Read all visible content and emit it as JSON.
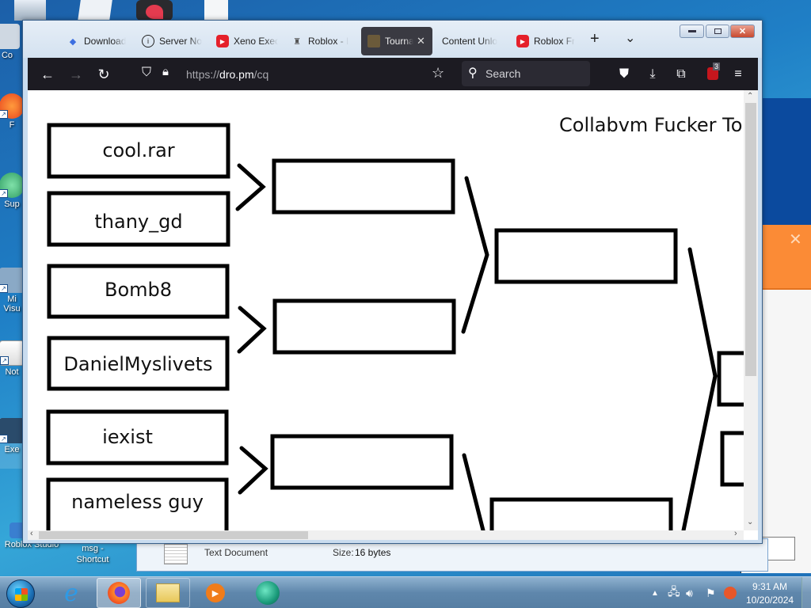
{
  "desktop": {
    "icons": [
      {
        "label": "Co",
        "name": "computer"
      },
      {
        "label": "F",
        "name": "firefox-shortcut"
      },
      {
        "label": "Sup",
        "name": "sup-shortcut"
      },
      {
        "label": "Mi\nVisu",
        "name": "visual-studio-shortcut"
      },
      {
        "label": "Not",
        "name": "notepad-shortcut"
      },
      {
        "label": "Exe",
        "name": "executor-shortcut"
      },
      {
        "label": "Roblox Studio",
        "name": "roblox-studio-shortcut"
      },
      {
        "label": "msg -\nShortcut",
        "name": "msg-shortcut"
      }
    ]
  },
  "browser": {
    "tabs": [
      {
        "label": "Download",
        "icon": "download-site-icon",
        "active": false
      },
      {
        "label": "Server No",
        "icon": "info-icon",
        "active": false
      },
      {
        "label": "Xeno Exec",
        "icon": "youtube-icon",
        "active": false
      },
      {
        "label": "Roblox - I",
        "icon": "roblox-icon",
        "active": false
      },
      {
        "label": "Tournam",
        "icon": "tournament-icon",
        "active": true
      },
      {
        "label": "Content Unlo",
        "icon": "",
        "active": false
      },
      {
        "label": "Roblox Fr",
        "icon": "youtube-icon",
        "active": false
      }
    ],
    "new_tab_symbol": "+",
    "list_tabs_symbol": "⌄",
    "url_prefix": "https://",
    "url_host": "dro.pm",
    "url_path": "/cq",
    "search_placeholder": "Search",
    "extension_badge": "3",
    "window_controls": {
      "minimize": "—",
      "maximize": "▫",
      "close": "✕"
    }
  },
  "page": {
    "title": "Collabvm Fucker To",
    "bracket": {
      "round1": [
        "cool.rar",
        "thany_gd",
        "Bomb8",
        "DanielMyslivets",
        "iexist",
        "nameless guy"
      ],
      "round2": [
        "",
        "",
        ""
      ],
      "round3": [
        "",
        ""
      ],
      "round4": [
        "",
        ""
      ]
    }
  },
  "explorer_details": {
    "file_type": "Text Document",
    "size_label": "Size:",
    "size_value": "16 bytes"
  },
  "background_window": {
    "close_symbol": "✕",
    "accent_color": "#fb8b36"
  },
  "taskbar": {
    "apps": [
      {
        "name": "internet-explorer"
      },
      {
        "name": "firefox",
        "pressed": true
      },
      {
        "name": "file-explorer"
      },
      {
        "name": "media-player"
      },
      {
        "name": "green-app"
      }
    ],
    "clock_time": "9:31 AM",
    "clock_date": "10/20/2024"
  }
}
